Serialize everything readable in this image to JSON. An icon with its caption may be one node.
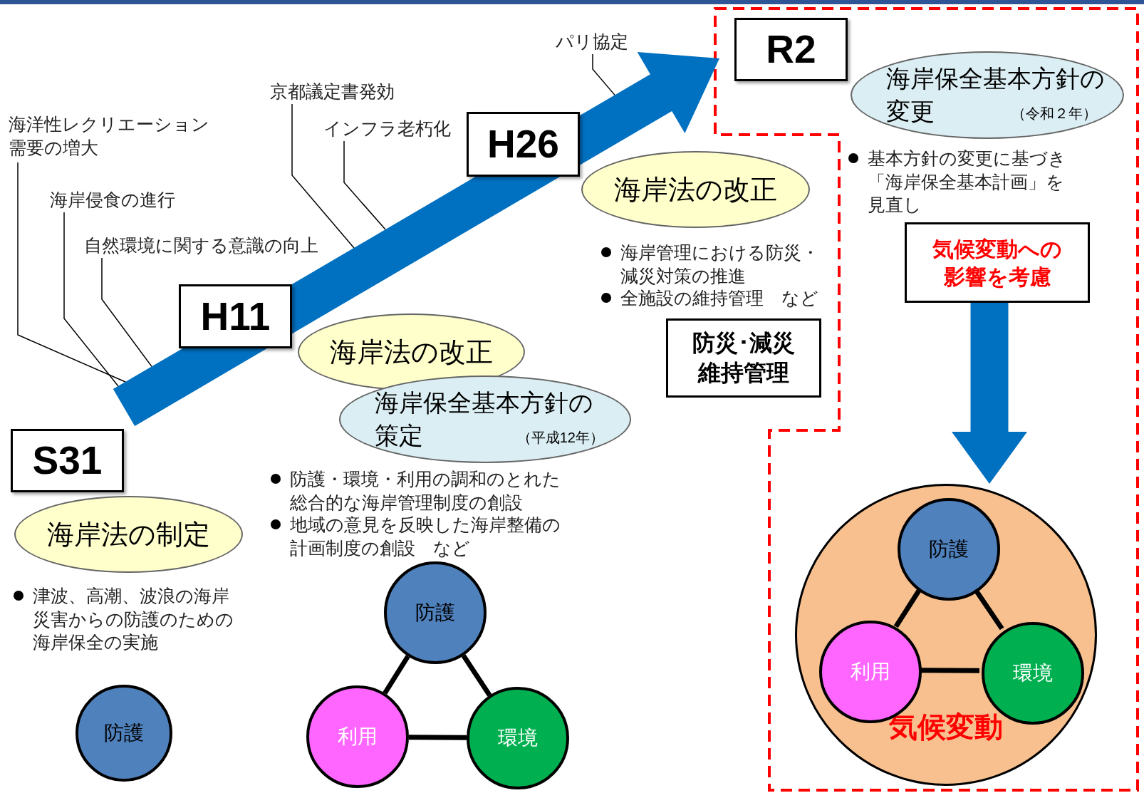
{
  "diagram": {
    "nodes": [
      {
        "text": [
          "S31"
        ]
      },
      {
        "text": [
          "海岸法の制定"
        ]
      },
      {
        "text": [
          "H11"
        ]
      },
      {
        "text": [
          "海岸法の改正"
        ]
      },
      {
        "text": [
          "海岸保全基本方針の策定",
          "（平成12年）"
        ]
      },
      {
        "text": [
          "H26"
        ]
      },
      {
        "text": [
          "海岸法の改正"
        ]
      },
      {
        "text": [
          "防災･減災維持管理"
        ]
      },
      {
        "text": [
          "R2"
        ]
      },
      {
        "text": [
          "海岸保全基本方針の変更",
          "（令和２年）"
        ]
      },
      {
        "text": [
          "気候変動への影響を考慮"
        ]
      },
      {
        "text": [
          "気候変動"
        ]
      },
      {
        "text": [
          "防護"
        ],
        "in": 11
      },
      {
        "text": [
          "利用"
        ],
        "in": 11
      },
      {
        "text": [
          "環境"
        ],
        "in": 11
      },
      {
        "text": [
          "防護"
        ]
      },
      {
        "text": [
          "防護"
        ]
      },
      {
        "text": [
          "利用"
        ]
      },
      {
        "text": [
          "環境"
        ]
      },
      {
        "text": [],
        "shape": "arrow"
      },
      {
        "text": [
          "海洋性レクリエーション需要の増大"
        ]
      },
      {
        "text": [
          "海岸侵食の進行"
        ]
      },
      {
        "text": [
          "自然環境に関する意識の向上"
        ]
      },
      {
        "text": [
          "京都議定書発効"
        ]
      },
      {
        "text": [
          "インフラ老朽化"
        ]
      },
      {
        "text": [
          "パリ協定"
        ]
      }
    ],
    "edges": [
      {
        "from": 20,
        "to": 19,
        "arrow": "none"
      },
      {
        "from": 21,
        "to": 19,
        "arrow": "none"
      },
      {
        "from": 22,
        "to": 19,
        "arrow": "none"
      },
      {
        "from": 23,
        "to": 19,
        "arrow": "none"
      },
      {
        "from": 24,
        "to": 19,
        "arrow": "none"
      },
      {
        "from": 25,
        "to": 19,
        "arrow": "none"
      },
      {
        "from": 16,
        "to": 17,
        "arrow": "none"
      },
      {
        "from": 16,
        "to": 18,
        "arrow": "none"
      },
      {
        "from": 17,
        "to": 18,
        "arrow": "none"
      },
      {
        "from": 12,
        "to": 13,
        "arrow": "none"
      },
      {
        "from": 12,
        "to": 14,
        "arrow": "none"
      },
      {
        "from": 13,
        "to": 14,
        "arrow": "none"
      },
      {
        "from": 10,
        "to": 11,
        "arrow": "to",
        "style": "thick",
        "color": "#0070c0"
      }
    ],
    "labels": [
      "津波、高潮、波浪の海岸災害からの防護のための海岸保全の実施",
      "防護・環境・利用の調和のとれた総合的な海岸管理制度の創設",
      "地域の意見を反映した海岸整備の計画制度の創設　など",
      "海岸管理における防災・減災対策の推進",
      "全施設の維持管理　など",
      "基本方針の変更に基づき「海岸保全基本計画」を見直し"
    ]
  }
}
